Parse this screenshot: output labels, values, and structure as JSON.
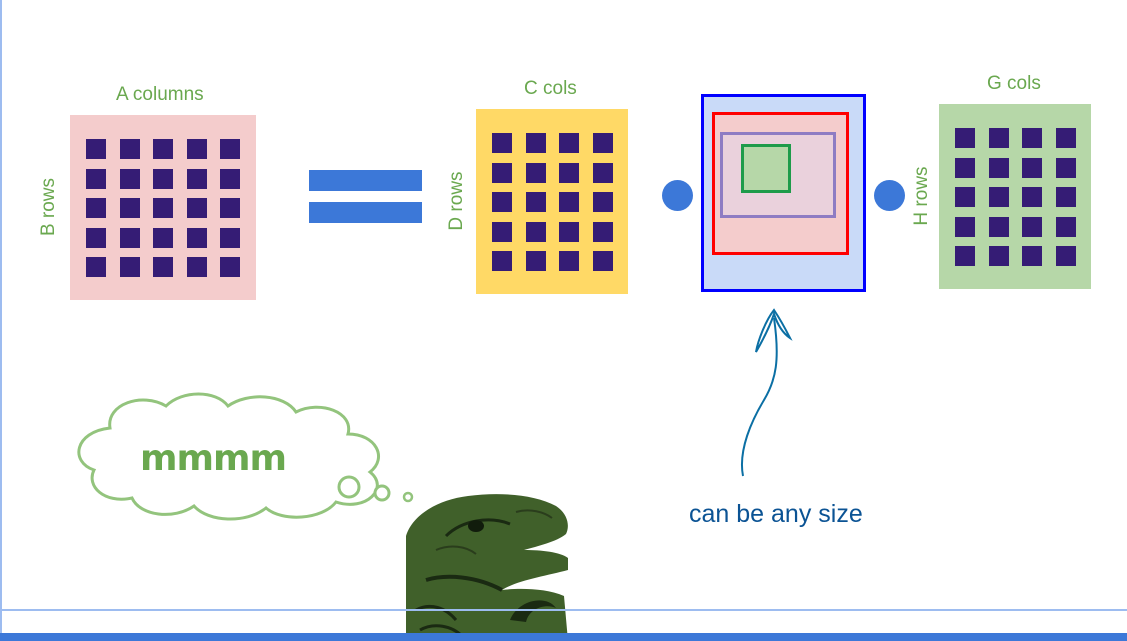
{
  "colors": {
    "pink": "#f4cccc",
    "yellow": "#ffd966",
    "green": "#b6d7a8",
    "navy": "#351c75",
    "blue": "#3c78d8",
    "label_green": "#6aa84f",
    "caption_blue": "#0b5394",
    "kernel_blue_border": "#0000ff",
    "kernel_red_border": "#ff0000",
    "kernel_purple_border": "#8e7cc3",
    "kernel_green_border": "#1e9b4a"
  },
  "matrix_a": {
    "top_label": "A columns",
    "side_label": "B rows",
    "grid_rows": 5,
    "grid_cols": 5
  },
  "matrix_c": {
    "top_label": "C cols",
    "side_label": "D rows",
    "grid_rows": 5,
    "grid_cols": 4
  },
  "matrix_g": {
    "top_label": "G cols",
    "side_label": "H rows",
    "grid_rows": 5,
    "grid_cols": 4
  },
  "operators": {
    "equals": "equals",
    "dot_product": "dot"
  },
  "kernel": {
    "caption": "can be any size",
    "nested_boxes": 4
  },
  "thought": {
    "text": "mmmm"
  },
  "icons": {
    "thought_cloud": "thought-cloud-icon",
    "arrow": "hand-drawn-arrow-icon",
    "dinosaur": "philosoraptor-icon"
  }
}
